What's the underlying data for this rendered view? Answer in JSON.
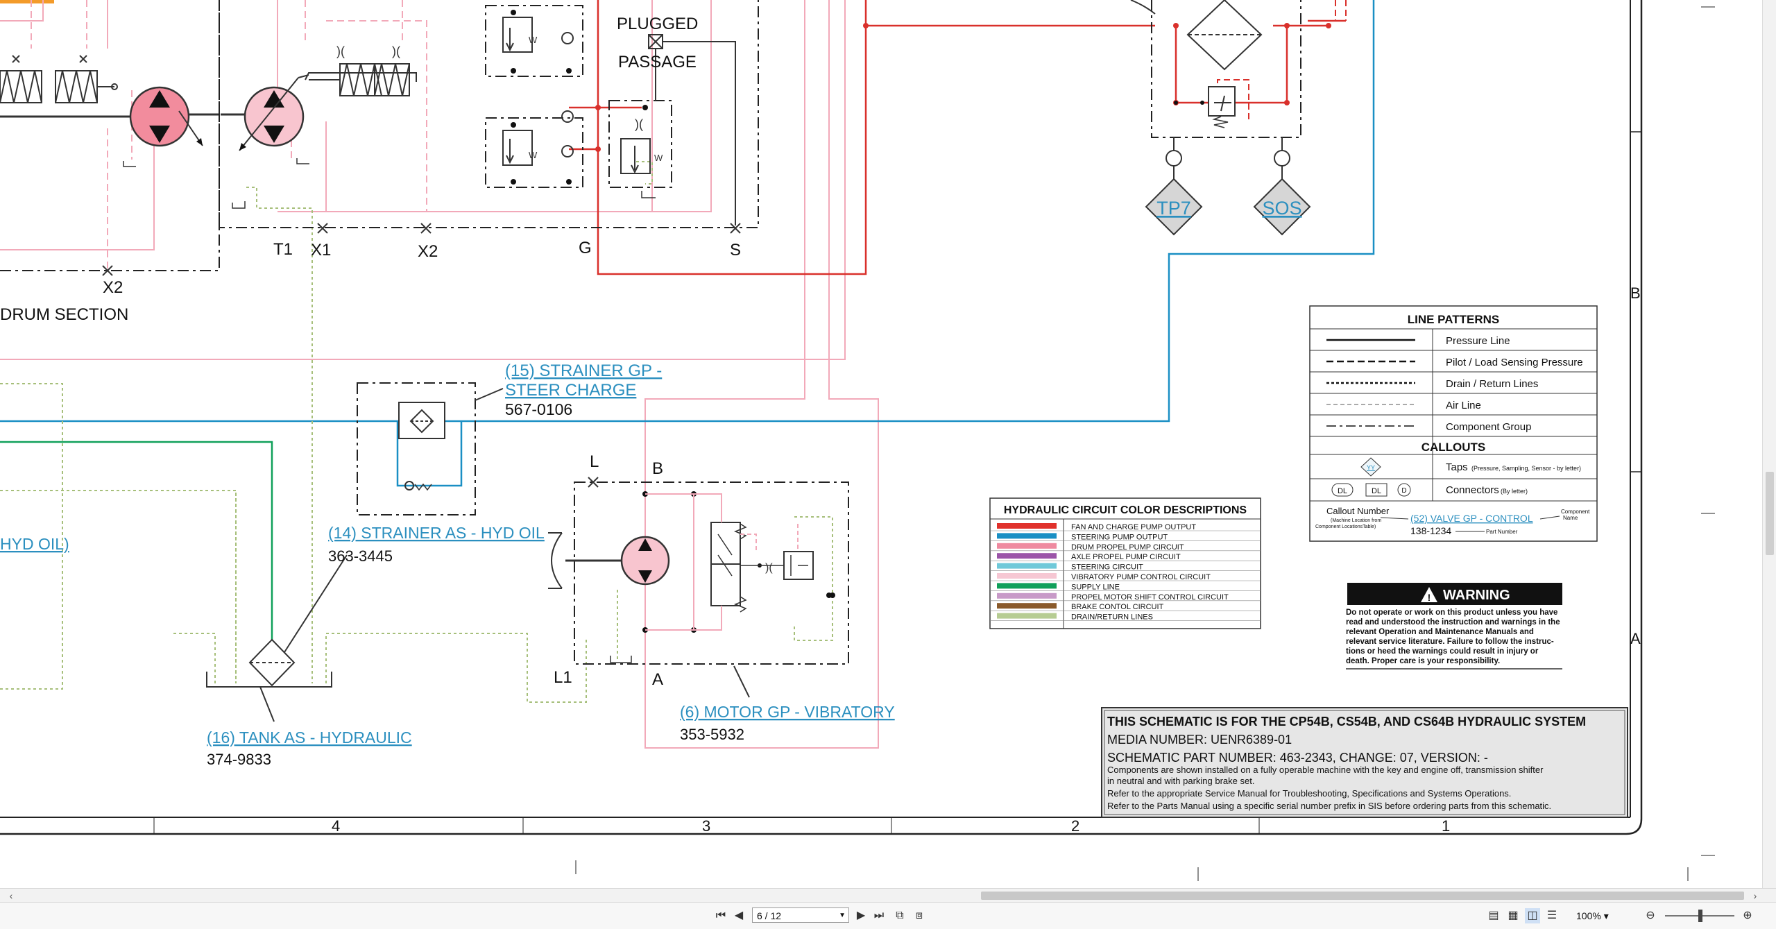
{
  "labels": {
    "x2_left": "X2",
    "drum_section": "DRUM SECTION",
    "t1": "T1",
    "x1": "X1",
    "x2_mid": "X2",
    "g": "G",
    "s": "S",
    "plugged": "PLUGGED",
    "passage": "PASSAGE",
    "l": "L",
    "b": "B",
    "a": "A",
    "l1": "L1",
    "hyd_oil": "HYD OIL)",
    "row_b": "B",
    "row_a": "A",
    "col_4": "4",
    "col_3": "3",
    "col_2": "2",
    "col_1": "1",
    "w": "W"
  },
  "taps": {
    "tp7": "TP7",
    "sos": "SOS"
  },
  "callouts": {
    "strainer_steer_line1": "(15) STRAINER GP -",
    "strainer_steer_line2": "STEER CHARGE",
    "strainer_steer_part": "567-0106",
    "strainer_hyd": "(14) STRAINER AS - HYD OIL",
    "strainer_hyd_part": "363-3445",
    "tank": "(16) TANK AS - HYDRAULIC",
    "tank_part": "374-9833",
    "motor": "(6) MOTOR GP - VIBRATORY",
    "motor_part": "353-5932"
  },
  "line_patterns": {
    "title": "LINE PATTERNS",
    "rows": [
      "Pressure Line",
      "Pilot / Load Sensing Pressure",
      "Drain / Return Lines",
      "Air Line",
      "Component Group"
    ],
    "callouts_title": "CALLOUTS",
    "taps_label": "Taps",
    "taps_note": "(Pressure, Sampling, Sensor - by letter)",
    "tap_glyph": "YY",
    "connectors_label": "Connectors",
    "connectors_note": "(By letter)",
    "conn_1": "DL",
    "conn_2": "DL",
    "conn_3": "D",
    "callout_number": "Callout Number",
    "callout_note_1": "(Machine Location from",
    "callout_note_2": "Component LocationsTable)",
    "callout_example": "(52) VALVE GP - CONTROL",
    "component_name_1": "Component",
    "component_name_2": "Name",
    "part_example": "138-1234",
    "part_number": "Part Number"
  },
  "color_desc": {
    "title": "HYDRAULIC CIRCUIT COLOR DESCRIPTIONS",
    "rows": [
      {
        "color": "#e0312c",
        "label": "FAN AND CHARGE PUMP OUTPUT"
      },
      {
        "color": "#1a8fc4",
        "label": "STEERING PUMP OUTPUT"
      },
      {
        "color": "#ef8aa0",
        "label": "DRUM PROPEL PUMP CIRCUIT"
      },
      {
        "color": "#9b54a8",
        "label": "AXLE PROPEL PUMP CIRCUIT"
      },
      {
        "color": "#6fc9d9",
        "label": "STEERING CIRCUIT"
      },
      {
        "color": "#f6c7d3",
        "label": "VIBRATORY PUMP CONTROL CIRCUIT"
      },
      {
        "color": "#10a05a",
        "label": "SUPPLY LINE"
      },
      {
        "color": "#c89ac8",
        "label": "PROPEL MOTOR SHIFT CONTROL CIRCUIT"
      },
      {
        "color": "#8a5a2b",
        "label": "BRAKE CONTOL CIRCUIT"
      },
      {
        "color": "#b6cc92",
        "label": "DRAIN/RETURN LINES"
      }
    ]
  },
  "warning": {
    "title": "WARNING",
    "body": [
      "Do not operate or work on this product unless you have",
      "read and understood the instruction and warnings in the",
      "relevant Operation and Maintenance Manuals and",
      "relevant service literature. Failure to follow the instruc-",
      "tions or heed the warnings could result in injury or",
      "death. Proper care is your responsibility."
    ]
  },
  "title_block": {
    "line1": "THIS SCHEMATIC IS FOR THE CP54B, CS54B, AND CS64B HYDRAULIC SYSTEM",
    "line2": "MEDIA NUMBER: UENR6389-01",
    "line3": "SCHEMATIC PART NUMBER: 463-2343, CHANGE: 07, VERSION: -",
    "note1": "Components are shown installed on a fully operable machine with the key and engine off, transmission shifter",
    "note2": "in neutral and with parking brake set.",
    "note3": "Refer to the appropriate Service Manual for Troubleshooting, Specifications and Systems Operations.",
    "note4": "Refer to the Parts Manual using a specific serial number prefix in SIS before ordering parts from this schematic."
  },
  "toolbar": {
    "page": "6 / 12",
    "zoom": "100%"
  },
  "colors": {
    "red": "#e0312c",
    "blue": "#1a8fc4",
    "pink": "#f6c7d3",
    "green": "#10a05a",
    "drain": "#b6cc92",
    "link": "#2b8fbf"
  }
}
